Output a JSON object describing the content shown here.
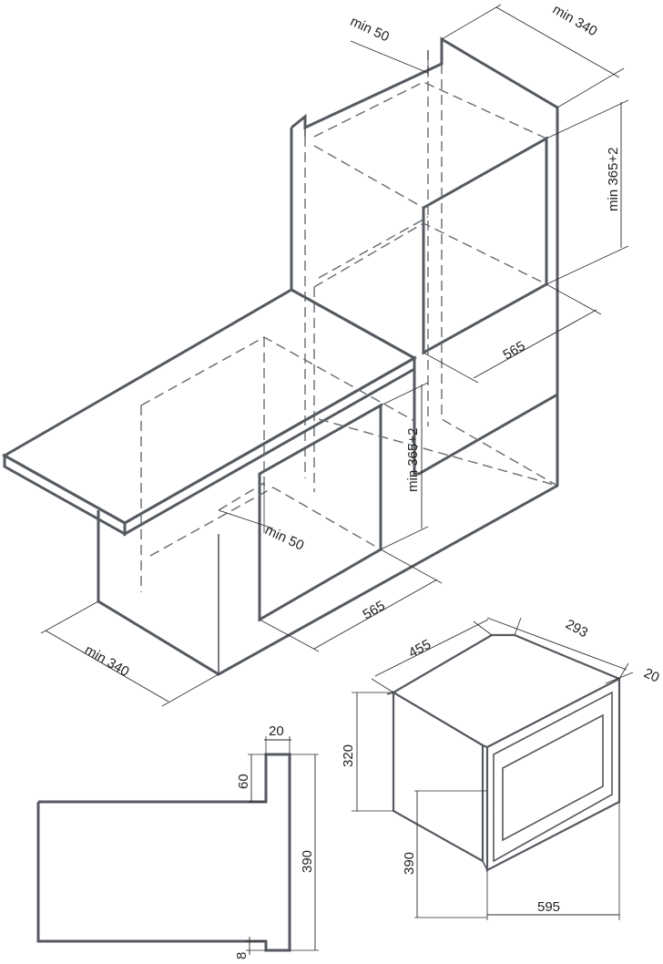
{
  "labels": {
    "top_min50": "min 50",
    "top_min340": "min 340",
    "upper_min365": "min 365+2",
    "upper_565": "565",
    "lower_min365": "min 365+2",
    "lower_min50": "min 50",
    "lower_565": "565",
    "lower_min340": "min 340",
    "oven_455": "455",
    "oven_293": "293",
    "oven_20": "20",
    "oven_320": "320",
    "oven_390": "390",
    "oven_595": "595",
    "side_20": "20",
    "side_60": "60",
    "side_390": "390",
    "side_8": "8"
  },
  "colors": {
    "line": "#555a60",
    "dimension": "#2b2b2b",
    "background": "#ffffff"
  }
}
